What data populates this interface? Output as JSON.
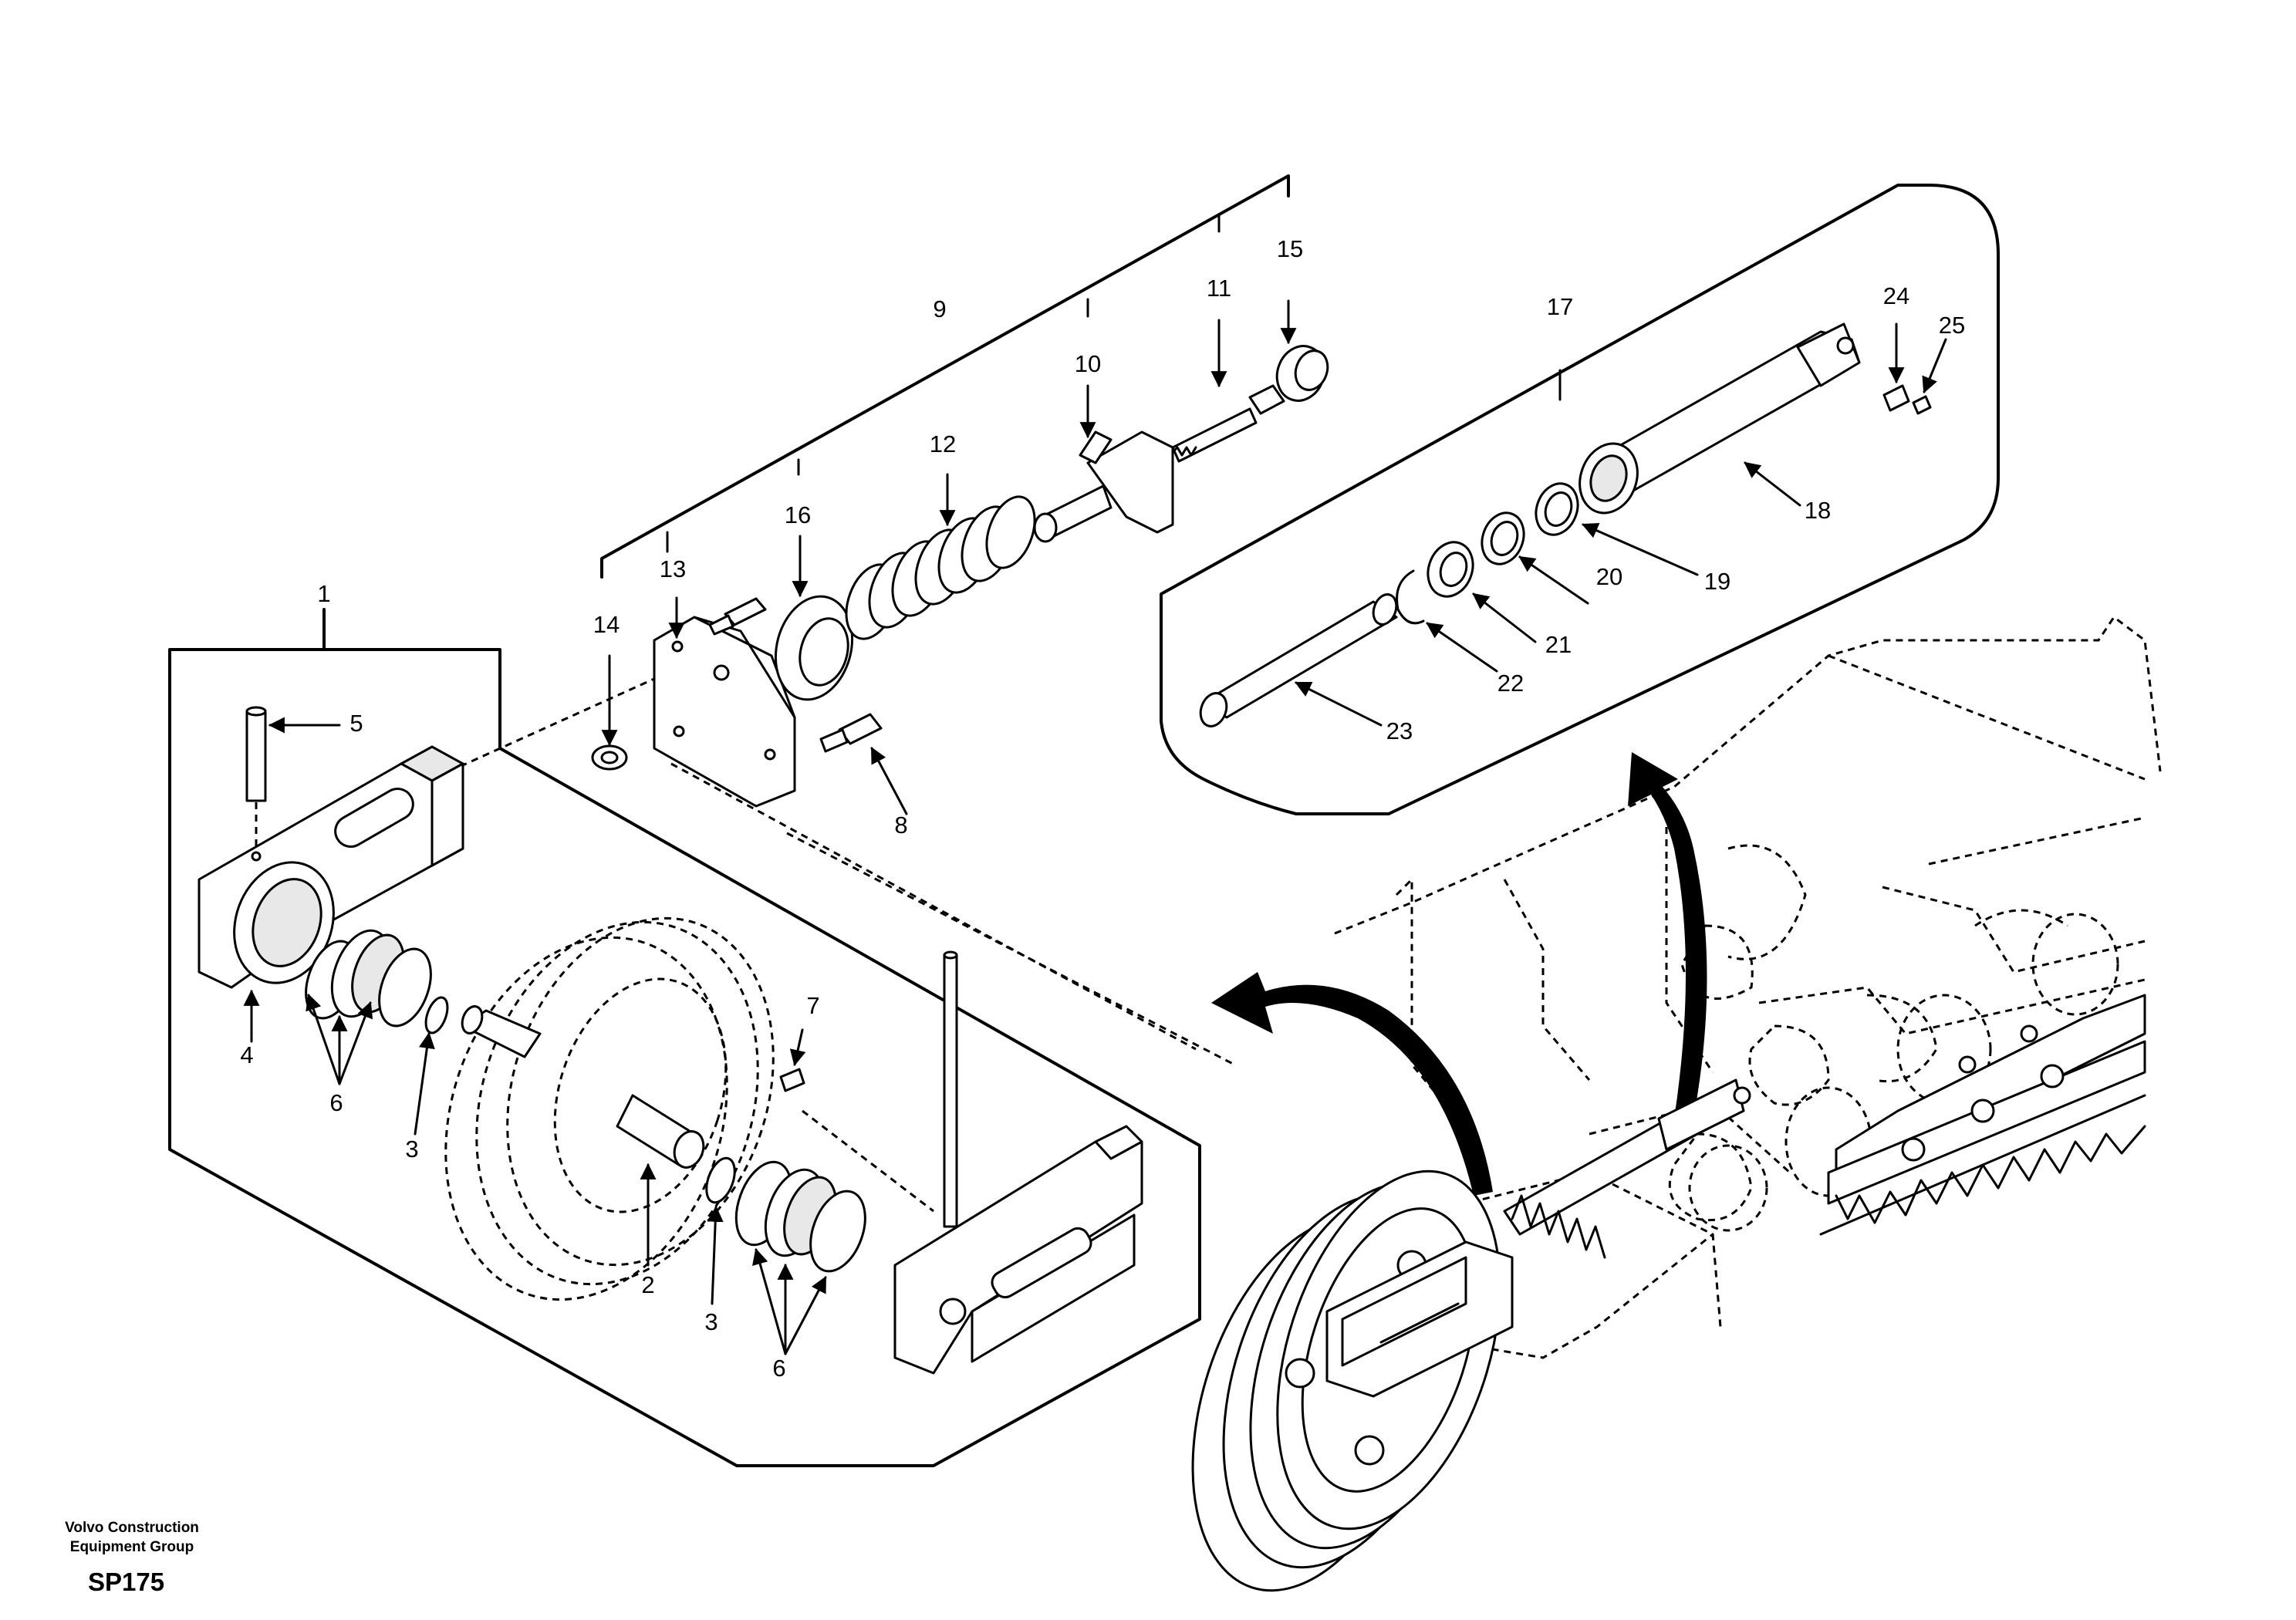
{
  "footer": {
    "company_line1": "Volvo Construction",
    "company_line2": "Equipment Group",
    "sheet_code": "SP175"
  },
  "callouts": {
    "c1": "1",
    "c2": "2",
    "c3a": "3",
    "c3b": "3",
    "c4": "4",
    "c5": "5",
    "c6a": "6",
    "c6b": "6",
    "c7": "7",
    "c8": "8",
    "c9": "9",
    "c10": "10",
    "c11": "11",
    "c12": "12",
    "c13": "13",
    "c14": "14",
    "c15": "15",
    "c16": "16",
    "c17": "17",
    "c18": "18",
    "c19": "19",
    "c20": "20",
    "c21": "21",
    "c22": "22",
    "c23": "23",
    "c24": "24",
    "c25": "25"
  }
}
